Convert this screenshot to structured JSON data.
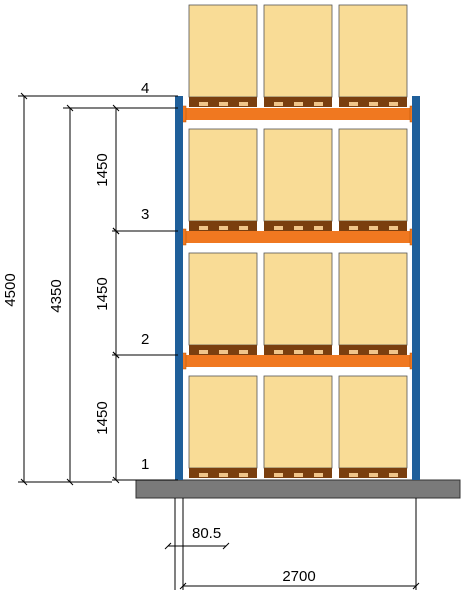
{
  "colors": {
    "upright": "#1f5f9a",
    "beam": "#f07820",
    "box": "#f9dc96",
    "pallet": "#7a3f0f",
    "pallet_slot": "#f0c58a",
    "floor": "#7a7a7a",
    "dimension_line": "#000000"
  },
  "levels": [
    {
      "label": "1"
    },
    {
      "label": "2"
    },
    {
      "label": "3"
    },
    {
      "label": "4"
    }
  ],
  "dimensions": {
    "overall_height": "4500",
    "top_beam_height": "4350",
    "level_spacing": [
      "1450",
      "1450",
      "1450"
    ],
    "upright_width": "80.5",
    "bay_width": "2700"
  },
  "pallets_per_level": 3
}
